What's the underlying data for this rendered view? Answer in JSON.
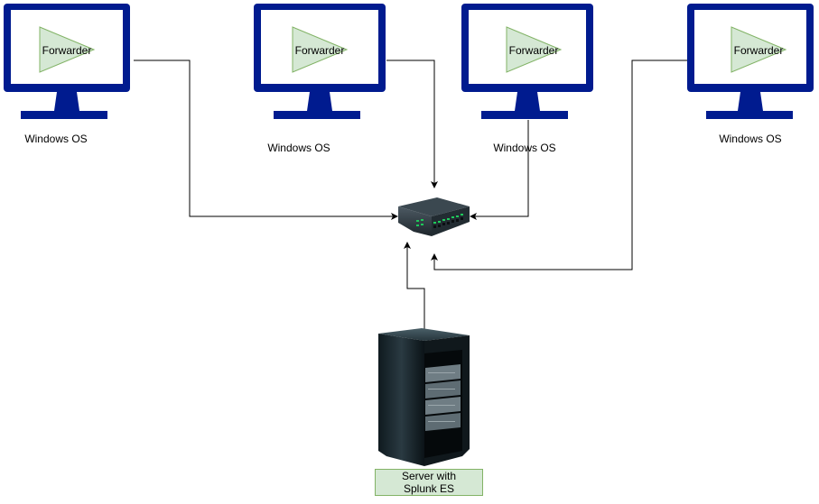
{
  "colors": {
    "monitor": "#001b8f",
    "screen": "#ffffff",
    "forwarder_fill": "#d5e8d4",
    "forwarder_stroke": "#82b366",
    "line": "#000000",
    "server_label_fill": "#d5e8d4",
    "server_label_stroke": "#82b366"
  },
  "nodes": {
    "monitors": [
      {
        "forwarder_label": "Forwarder",
        "os_label": "Windows OS"
      },
      {
        "forwarder_label": "Forwarder",
        "os_label": "Windows OS"
      },
      {
        "forwarder_label": "Forwarder",
        "os_label": "Windows OS"
      },
      {
        "forwarder_label": "Forwarder",
        "os_label": "Windows OS"
      }
    ],
    "switch": {
      "icon": "network-switch-icon"
    },
    "server": {
      "icon": "server-rack-icon",
      "label_line1": "Server with",
      "label_line2": "Splunk ES"
    }
  }
}
